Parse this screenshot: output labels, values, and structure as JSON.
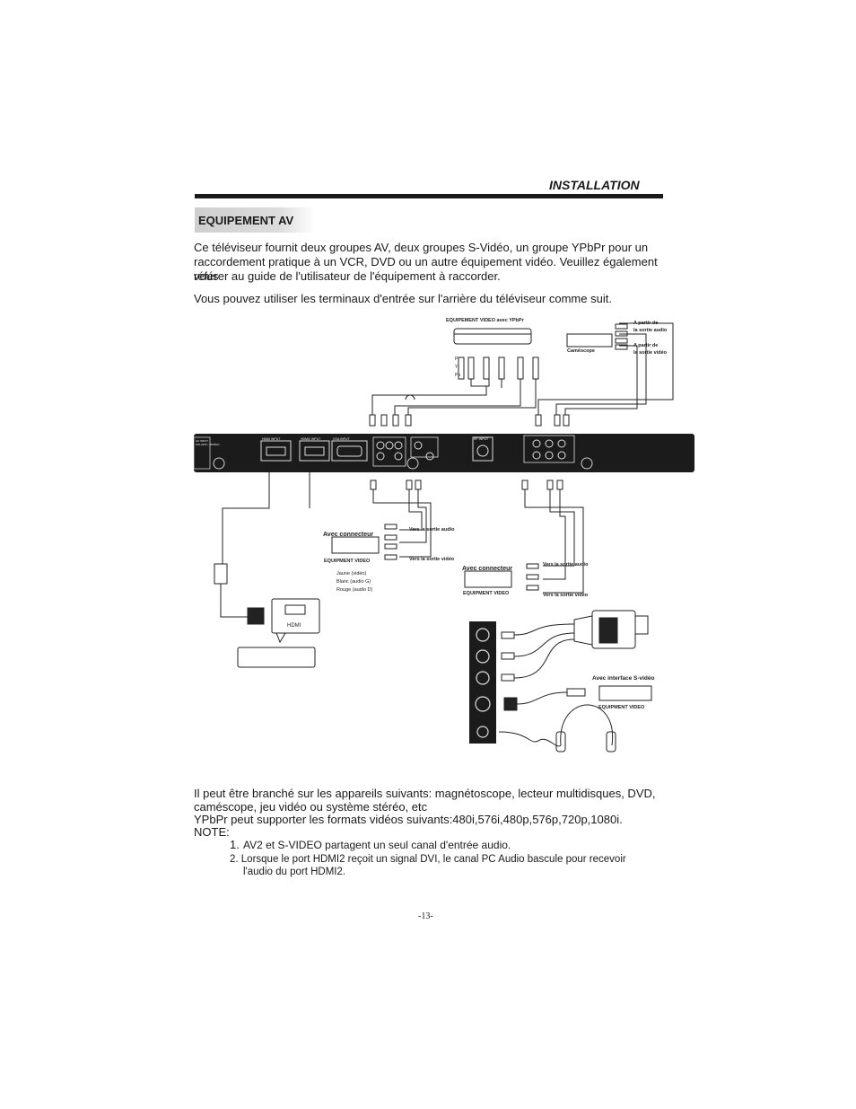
{
  "header": {
    "title": "INSTALLATION"
  },
  "section": {
    "title": "EQUIPEMENT AV"
  },
  "intro": {
    "line1": "Ce téléviseur fournit deux groupes AV, deux groupes S-Vidéo, un groupe YPbPr pour un",
    "line2": "raccordement pratique à un VCR, DVD ou un autre équipement vidéo. Veuillez également vous",
    "line3": "référer au guide de l'utilisateur de l'équipement à raccorder."
  },
  "usage": "Vous pouvez utiliser les terminaux d'entrée sur l'arrière du téléviseur comme suit.",
  "diagram": {
    "ypbpr_title": "EQUIPEMENT VIDEO avec YPbPr",
    "pr": "Pr",
    "y": "Y",
    "pb": "Pb",
    "camcorder": "Caméscope",
    "from_audio_1": "A partir de",
    "from_audio_2": "la sortie audio",
    "from_video_1": "A partir de",
    "from_video_2": "la sortie vidéo",
    "with_connector": "Avec connecteur",
    "video_equipment": "EQUIPMENT VIDEO",
    "to_audio_out": "Vers la sortie audio",
    "to_video_out": "Vers la sortie vidéo",
    "legend_yellow": "Jaune (vidéo)",
    "legend_white": "Blanc (audio G)",
    "legend_red": "Rouge (audio D)",
    "hdmi": "HDMI",
    "svideo_interface": "Avec interface S-vidéo",
    "hdmi1_label": "HDMI INPUT",
    "hdmi2_label": "HDMI2 INPUT",
    "vga_label": "VGA INPUT",
    "rf_label": "RF INPUT",
    "ac_label": "AC INPUT",
    "ac_rating": "100-240V~ 50/60Hz"
  },
  "bottom": {
    "line1": "Il peut être branché sur les appareils suivants: magnétoscope, lecteur multidisques, DVD,",
    "line2": "caméscope, jeu vidéo ou système stéréo, etc",
    "line3": "YPbPr peut supporter les formats vidéos suivants:480i,576i,480p,576p,720p,1080i.",
    "note_label": "NOTE:",
    "note1_num": "1.",
    "note1_text": "AV2 et S-VIDEO   partagent un seul canal d'entrée audio.",
    "note2_line1": "2. Lorsque le port HDMI2 reçoit un signal DVI, le canal PC Audio bascule pour recevoir",
    "note2_line2": "l'audio du port HDMI2."
  },
  "page_number": "-13-"
}
